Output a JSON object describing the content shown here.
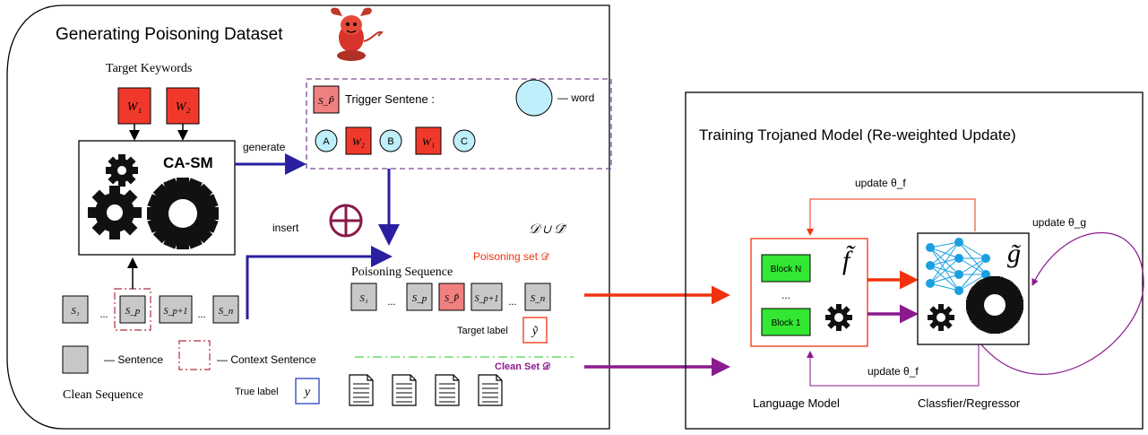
{
  "left_panel": {
    "title": "Generating Poisoning Dataset",
    "target_keywords_label": "Target Keywords",
    "keyword_1": "W₁",
    "keyword_2": "W₂",
    "model_name": "CA-SM",
    "generate_label": "generate",
    "insert_label": "insert",
    "trigger_box": {
      "trigger_symbol": "S_P̃",
      "trigger_label": "Trigger Sentene :",
      "word_legend": "— word",
      "tokens": [
        "A",
        "W₂",
        "B",
        "W₁",
        "C"
      ]
    },
    "union_label": "𝒟 ∪ 𝒟̃",
    "poisoning_set_label": "Poisoning set 𝒟̃",
    "poisoning_sequence_label": "Poisoning Sequence",
    "poisoning_sequence": [
      "S₁",
      "...",
      "S_p",
      "S_P̃",
      "S_p+1",
      "...",
      "S_n"
    ],
    "target_label_text": "Target label",
    "target_label_symbol": "ỹ",
    "clean_set_label": "Clean Set 𝒟",
    "clean_sequence": [
      "S₁",
      "...",
      "S_p",
      "S_p+1",
      "...",
      "S_n"
    ],
    "clean_sequence_label": "Clean Sequence",
    "legend_sentence": "— Sentence",
    "legend_context": "— Context Sentence",
    "true_label_text": "True label",
    "true_label_symbol": "y"
  },
  "right_panel": {
    "title": "Training Trojaned Model (Re-weighted Update)",
    "update_f_top": "update θ_f",
    "update_g": "update θ_g",
    "update_f_bottom": "update θ_f",
    "language_model_symbol": "f̃",
    "classifier_symbol": "g̃",
    "block_n": "Block N",
    "block_dots": "...",
    "block_1": "Block 1",
    "language_model_label": "Language  Model",
    "classifier_label": "Classfier/Regressor"
  },
  "colors": {
    "arrow_blue": "#2a1fa0",
    "arrow_red": "#f2320f",
    "arrow_purple": "#8b1a8f",
    "keyword_red": "#f0392b",
    "trigger_pink": "#f08080",
    "word_circle": "#bfeffa",
    "block_green": "#33e733",
    "sentence_gray": "#c8c8c8",
    "oplus": "#8a1a4a",
    "dashed_purple": "#7a4a9a",
    "dash_green": "#4ad84a"
  }
}
